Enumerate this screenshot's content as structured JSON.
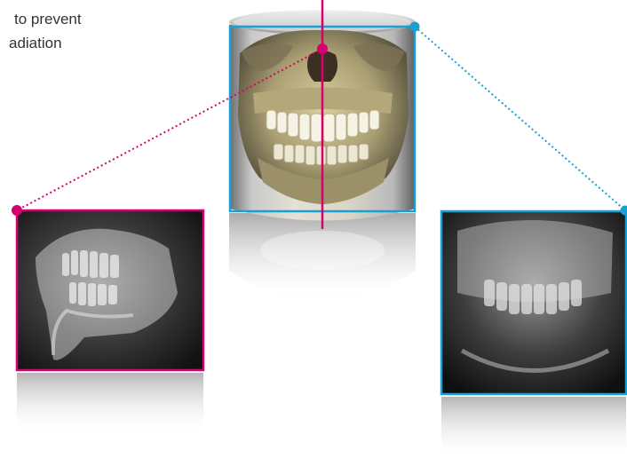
{
  "caption": {
    "line1": "to prevent",
    "line2": "adiation"
  },
  "colors": {
    "magenta": "#d6006f",
    "cyan": "#1a9fd4",
    "text": "#333333",
    "bone": "#c8bc8e",
    "teeth": "#f5f2e6"
  },
  "images": {
    "center": "3d-skull-cylinder-volume",
    "left": "lateral-jaw-xray",
    "right": "frontal-panoramic-xray"
  }
}
